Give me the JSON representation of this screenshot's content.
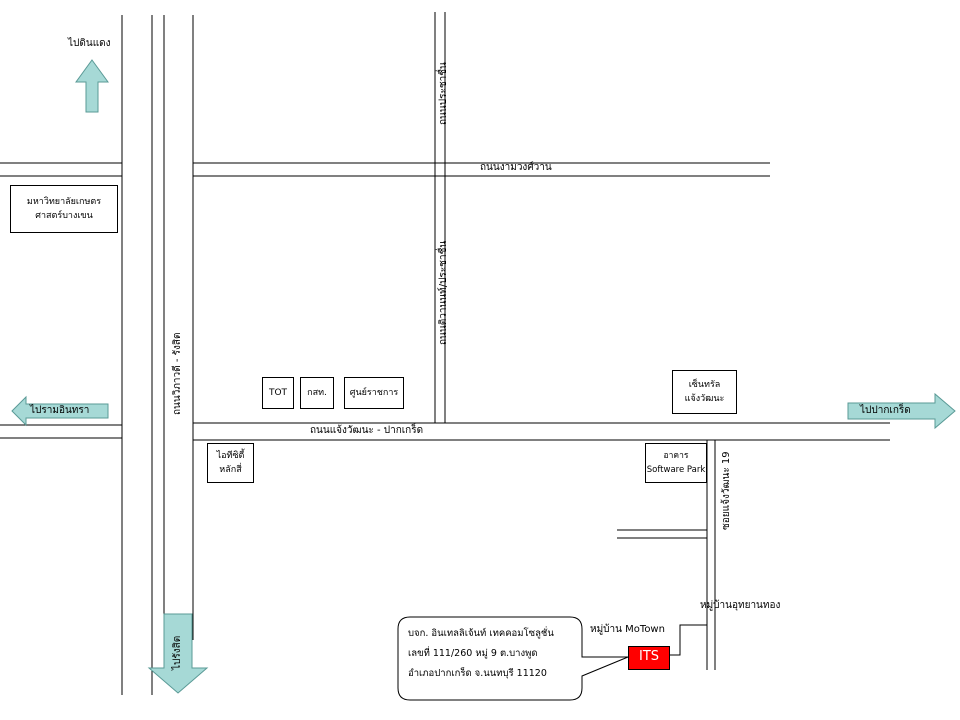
{
  "directions": {
    "to_din_daeng": "ไปดินแดง",
    "to_ram_inthra": "ไปรามอินทรา",
    "to_pak_kret": "ไปปากเกร็ด",
    "to_rangsit": "ไปรังสิต"
  },
  "roads": {
    "ngam_wong_wan": "ถนนงามวงศ์วาน",
    "chaeng_watthana": "ถนนแจ้งวัฒนะ - ปากเกร็ด",
    "vibhavadi": "ถนนวิภาวดี - รังสิต",
    "prachachuen": "ถนนประชาชื่น",
    "thai_ngam_wong_wan_upper": "ถนนประชาชื่น",
    "soi_19": "ซอยแจ้งวัฒนะ 19",
    "mid_vertical": "ถนนติวานนท์/ประชาชื่น"
  },
  "places": {
    "kasetsart": [
      "มหาวิทยาลัยเกษตร",
      "ศาสตร์บางเขน"
    ],
    "tot": "TOT",
    "kor_sor_tor": "กสท.",
    "government_center": "ศูนย์ราชการ",
    "central": [
      "เซ็นทรัล",
      "แจ้งวัฒนะ"
    ],
    "it_city": [
      "ไอทีซิตี้",
      "หลักสี่"
    ],
    "software_park": [
      "อาคาร",
      "Software Park"
    ],
    "motown": "หมู่บ้าน MoTown",
    "udom_thong": "หมู่บ้านอุทยานทอง",
    "its": "ITS"
  },
  "address": {
    "line1": "บจก. อินเทลลิเจ้นท์ เทคคอมโซลูชั่น",
    "line2": "เลขที่ 111/260 หมู่ 9 ต.บางพูด",
    "line3": "อำเภอปากเกร็ด จ.นนทบุรี 11120"
  },
  "colors": {
    "arrow_fill": "#a6d9d6",
    "arrow_stroke": "#5a9a96",
    "its_fill": "#ff0000"
  }
}
